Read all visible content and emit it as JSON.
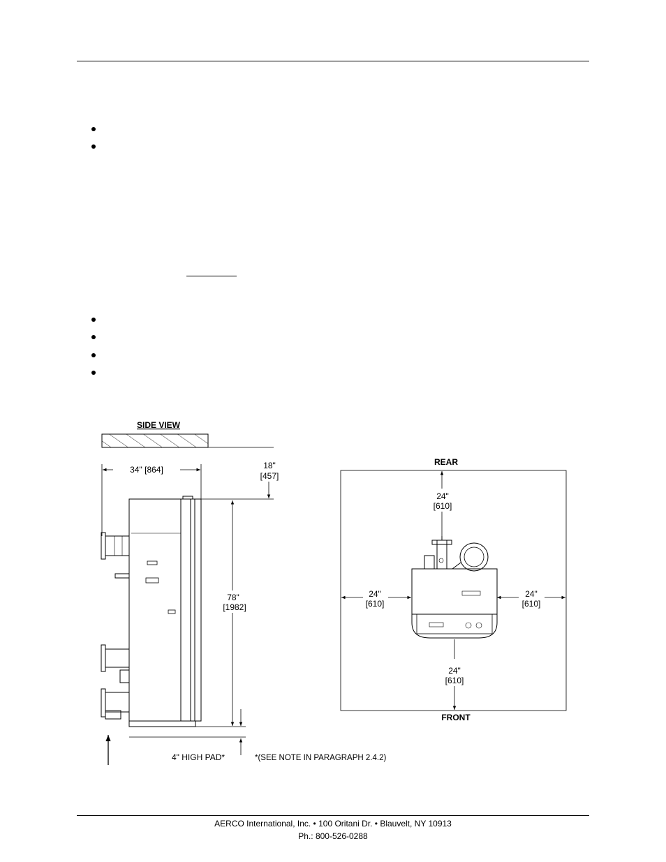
{
  "drawing": {
    "side_view_title": "SIDE VIEW",
    "dim_depth": "34\" [864]",
    "dim_top_clearance_in": "18\"",
    "dim_top_clearance_mm": "[457]",
    "dim_height_in": "78\"",
    "dim_height_mm": "[1982]",
    "pad_label": "4\" HIGH PAD*",
    "pad_note": "*(SEE NOTE IN PARAGRAPH 2.4.2)",
    "rear_label": "REAR",
    "front_label": "FRONT",
    "clearance_in": "24\"",
    "clearance_mm": "[610]"
  },
  "footer": {
    "line1": "AERCO International, Inc. • 100 Oritani Dr. •  Blauvelt, NY 10913",
    "line2": "Ph.: 800-526-0288"
  }
}
